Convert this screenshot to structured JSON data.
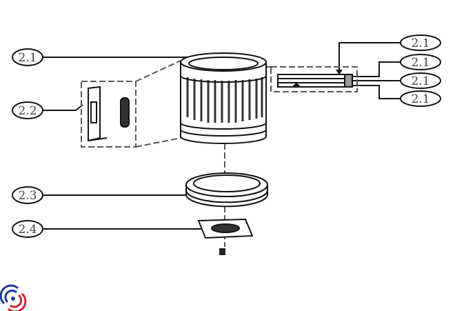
{
  "callouts": {
    "left": [
      "2.1",
      "2.2",
      "2.3",
      "2.4"
    ],
    "right": [
      "2.1",
      "2.1",
      "2.1",
      "2.1"
    ]
  },
  "colors": {
    "line": "#111111",
    "logo_blue": "#1a3a9a",
    "logo_red": "#d8202a"
  },
  "logo": {
    "icon": "swirl-logo-icon"
  }
}
